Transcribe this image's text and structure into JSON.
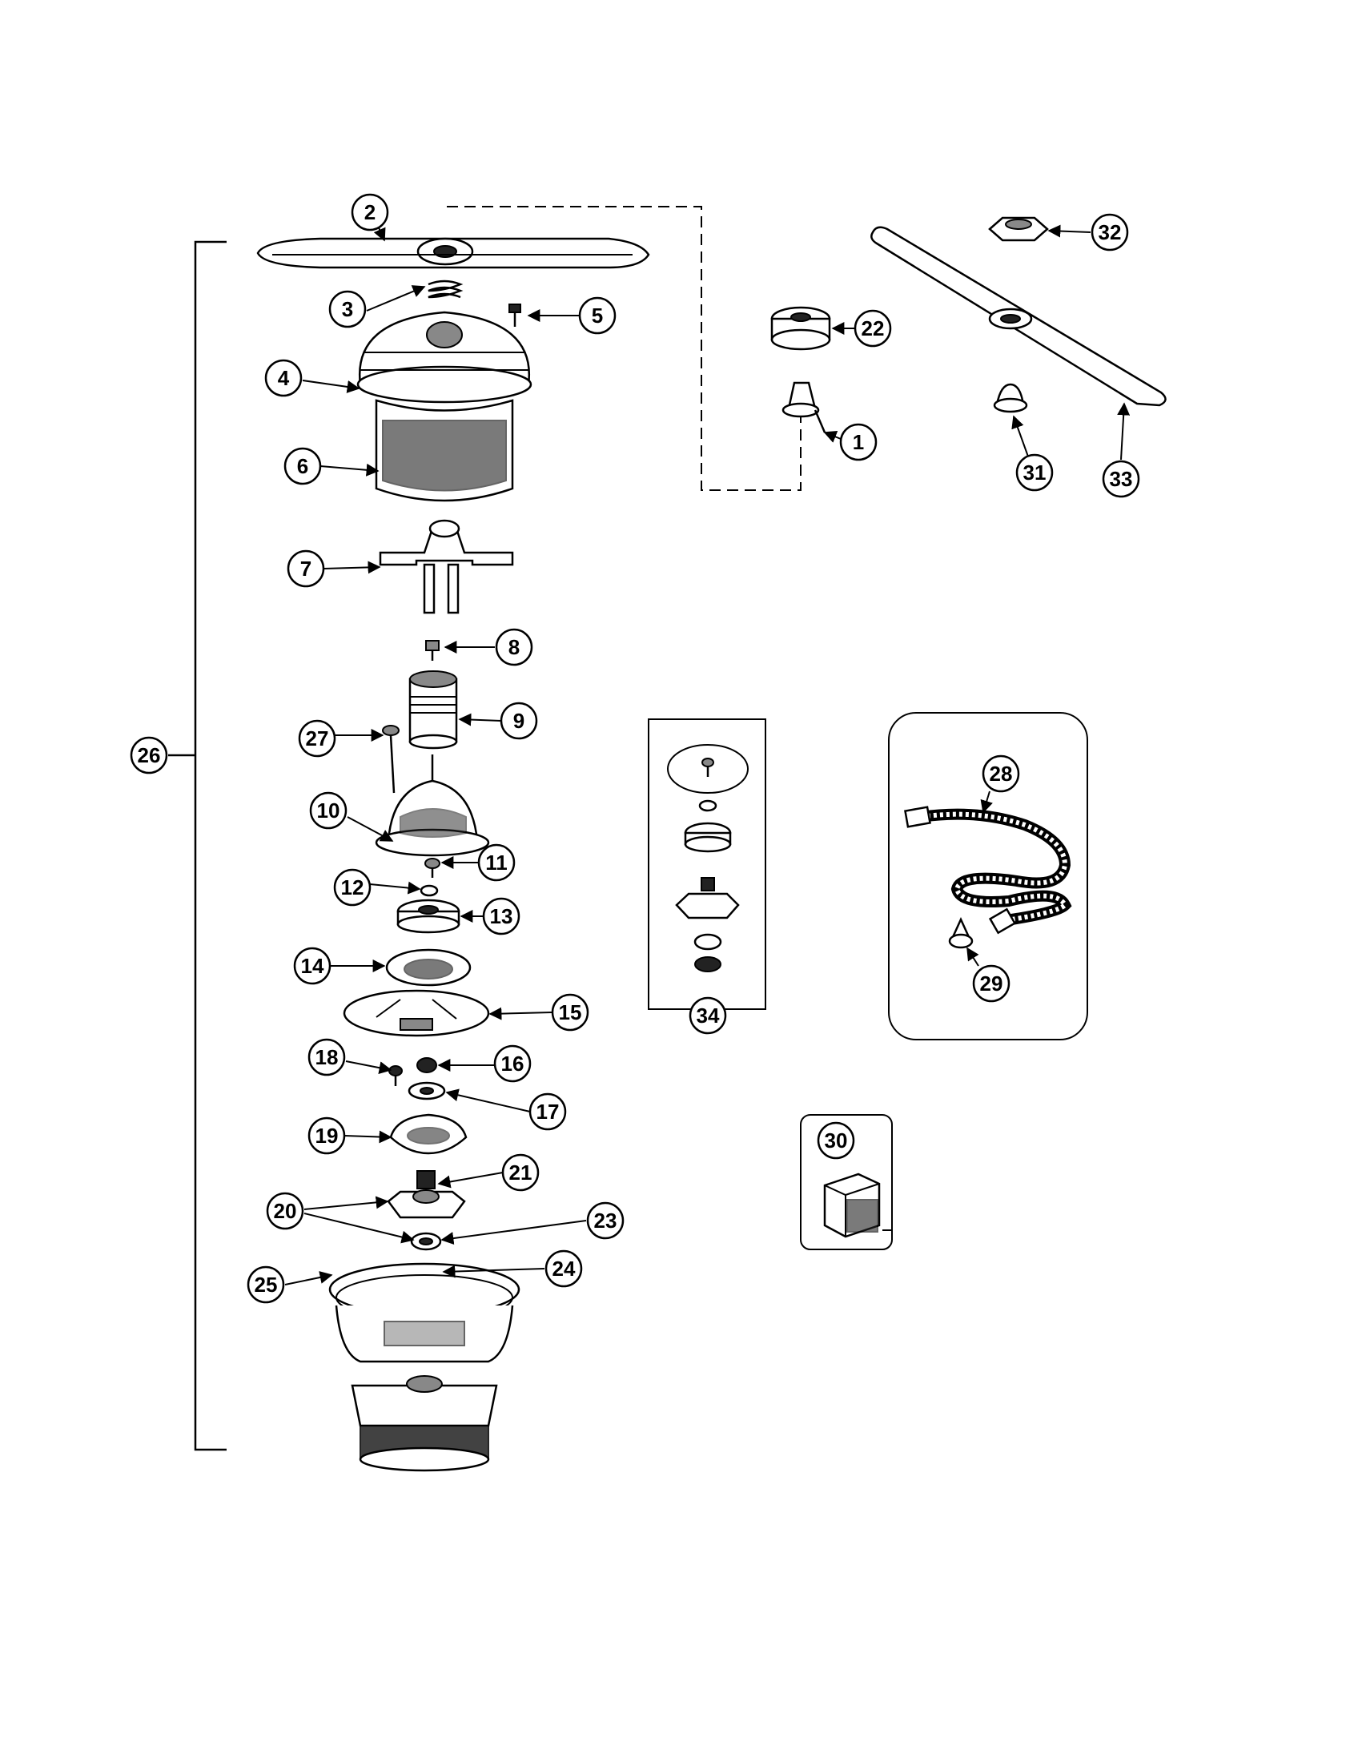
{
  "diagram": {
    "callouts": {
      "c1": "1",
      "c2": "2",
      "c3": "3",
      "c4": "4",
      "c5": "5",
      "c6": "6",
      "c7": "7",
      "c8": "8",
      "c9": "9",
      "c10": "10",
      "c11": "11",
      "c12": "12",
      "c13": "13",
      "c14": "14",
      "c15": "15",
      "c16": "16",
      "c17": "17",
      "c18": "18",
      "c19": "19",
      "c20": "20",
      "c21": "21",
      "c22": "22",
      "c23": "23",
      "c24": "24",
      "c25": "25",
      "c26": "26",
      "c27": "27",
      "c28": "28",
      "c29": "29",
      "c30": "30",
      "c31": "31",
      "c32": "32",
      "c33": "33",
      "c34": "34"
    }
  }
}
